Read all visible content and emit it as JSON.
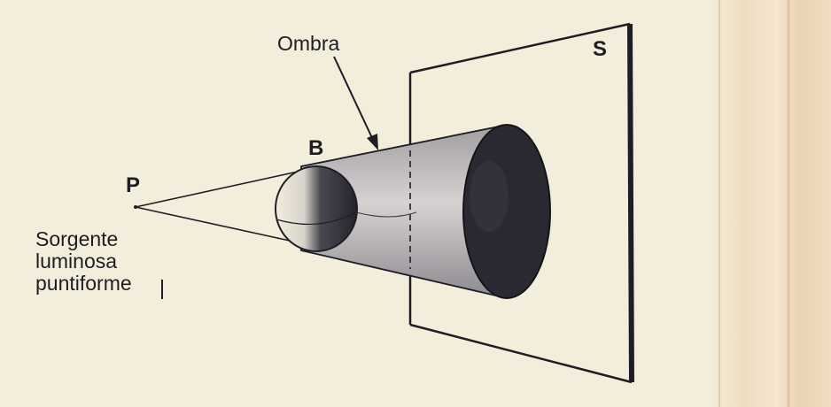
{
  "labels": {
    "shadow": "Ombra",
    "screen": "S",
    "ball": "B",
    "point": "P",
    "source_lines": [
      "Sorgente",
      "luminosa",
      "puntiforme"
    ]
  },
  "colors": {
    "paper": "#f3eedb",
    "ink": "#1e1d24",
    "page_edge": "#efd9bb"
  }
}
